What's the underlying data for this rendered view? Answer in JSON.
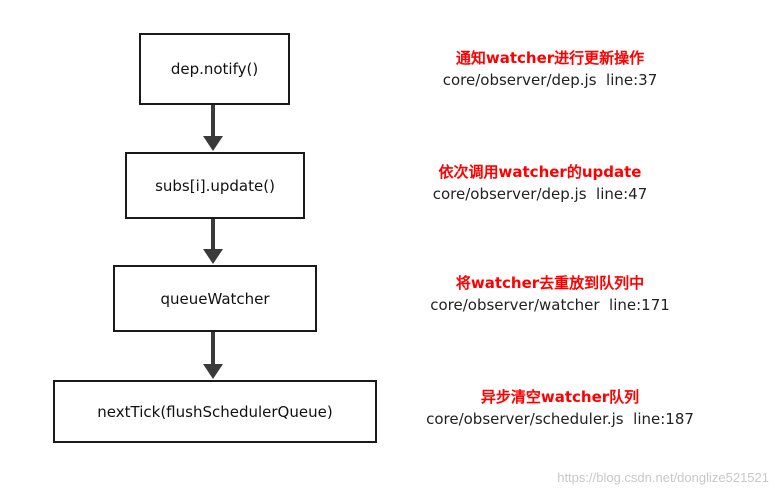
{
  "steps": [
    {
      "label": "dep.notify()",
      "note_title": "通知watcher进行更新操作",
      "note_path": "core/observer/dep.js  line:37"
    },
    {
      "label": "subs[i].update()",
      "note_title": "依次调用watcher的update",
      "note_path": "core/observer/dep.js  line:47"
    },
    {
      "label": "queueWatcher",
      "note_title": "将watcher去重放到队列中",
      "note_path": "core/observer/watcher  line:171"
    },
    {
      "label": "nextTick(flushSchedulerQueue)",
      "note_title": "异步清空watcher队列",
      "note_path": "core/observer/scheduler.js  line:187"
    }
  ],
  "watermark": "https://blog.csdn.net/donglize521521",
  "colors": {
    "note_title": "#ff0000",
    "box_border": "#1a1a1a",
    "arrow": "#3a3a3a"
  }
}
